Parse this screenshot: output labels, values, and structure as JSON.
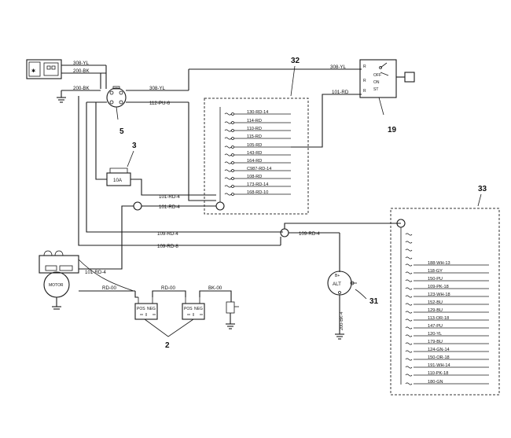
{
  "callouts": [
    "32",
    "5",
    "3",
    "19",
    "33",
    "2",
    "31"
  ],
  "wires": {
    "w308yl_a": "308-YL",
    "w200bk_a": "200-BK",
    "w200bk_b": "200-BK",
    "w308yl_b": "308-YL",
    "w308yl_c": "308-YL",
    "w112pu": "112-PU-6",
    "w101rd_sw": "101-RD",
    "w101rd_4a": "101-RD-4",
    "w101rd_4b": "101-RD-4",
    "w109rd_4": "109-RD-4",
    "w109rd_4b": "109-RD-4",
    "w109rd_8": "109-RD-8",
    "w101rd_4c": "101-RD-4",
    "rd00a": "RD-00",
    "rd00b": "RD-00",
    "bk00": "BK-00",
    "alt_vert": "200-BK-4"
  },
  "block32": {
    "rows": [
      "130-RD-14",
      "114-RD",
      "110-RD",
      "115-RD",
      "105-RD",
      "143-RD",
      "164-RD",
      "C987-RD-14",
      "108-RD",
      "173-RD-14",
      "168-RD-10"
    ]
  },
  "block33": {
    "rows": [
      "188-WH-13",
      "118-GY",
      "150-PU",
      "109-PK-18",
      "123-WH-18",
      "152-BU",
      "129-BU",
      "113-OR-18",
      "147-PU",
      "120-YL",
      "179-BU",
      "124-GN-14",
      "150-OR-18",
      "191-WH-14",
      "110-PK-18",
      "180-GN"
    ]
  },
  "components": {
    "fuse": "10A",
    "alt": "ALT",
    "alt_b": "B+",
    "motor": "MOTOR",
    "bat_pos": "POS",
    "bat_neg": "NEG",
    "sw_r1": "R",
    "sw_r2": "R",
    "sw_r3": "R",
    "sw_off": "OFF",
    "sw_on": "ON",
    "sw_st": "ST"
  }
}
